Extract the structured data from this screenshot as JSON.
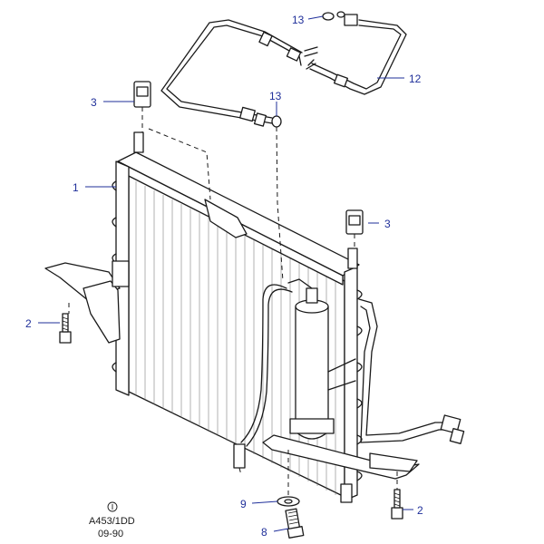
{
  "callouts": {
    "c1": "1",
    "c2a": "2",
    "c2b": "2",
    "c3a": "3",
    "c3b": "3",
    "c8": "8",
    "c9": "9",
    "c12": "12",
    "c13a": "13",
    "c13b": "13"
  },
  "reference": {
    "code": "A453/1DD",
    "date": "09-90"
  },
  "colors": {
    "callout": "#1f2f9a",
    "line": "#1a1a1a"
  }
}
